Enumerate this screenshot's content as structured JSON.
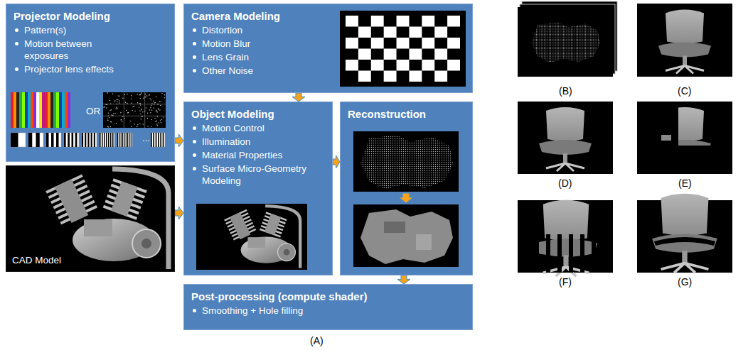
{
  "diagram": {
    "nodes": [
      {
        "text": [
          "Projector Modeling",
          "Pattern(s)",
          "Motion between exposures",
          "Projector lens effects",
          "OR",
          "..."
        ]
      },
      {
        "text": [
          "Camera Modeling",
          "Distortion",
          "Motion Blur",
          "Lens Grain",
          "Other Noise"
        ]
      },
      {
        "text": [
          "Object Modeling",
          "Motion Control",
          "Illumination",
          "Material Properties",
          "Surface Micro-Geometry Modeling"
        ]
      },
      {
        "text": [
          "Reconstruction"
        ]
      },
      {
        "text": [
          "CAD Model"
        ]
      },
      {
        "text": [
          "Post-processing (compute shader)",
          "Smoothing + Hole filling"
        ]
      }
    ],
    "edges": [
      {
        "from": 1,
        "to": 2,
        "arrow": "to"
      },
      {
        "from": 0,
        "to": 2,
        "arrow": "to"
      },
      {
        "from": 4,
        "to": 2,
        "arrow": "to"
      },
      {
        "from": 2,
        "to": 3,
        "arrow": "to"
      },
      {
        "from": 3,
        "to": 5,
        "arrow": "to"
      }
    ],
    "labels": [
      "(A)",
      "(B)",
      "(C)",
      "(D)",
      "(E)",
      "(F)",
      "(G)"
    ]
  }
}
